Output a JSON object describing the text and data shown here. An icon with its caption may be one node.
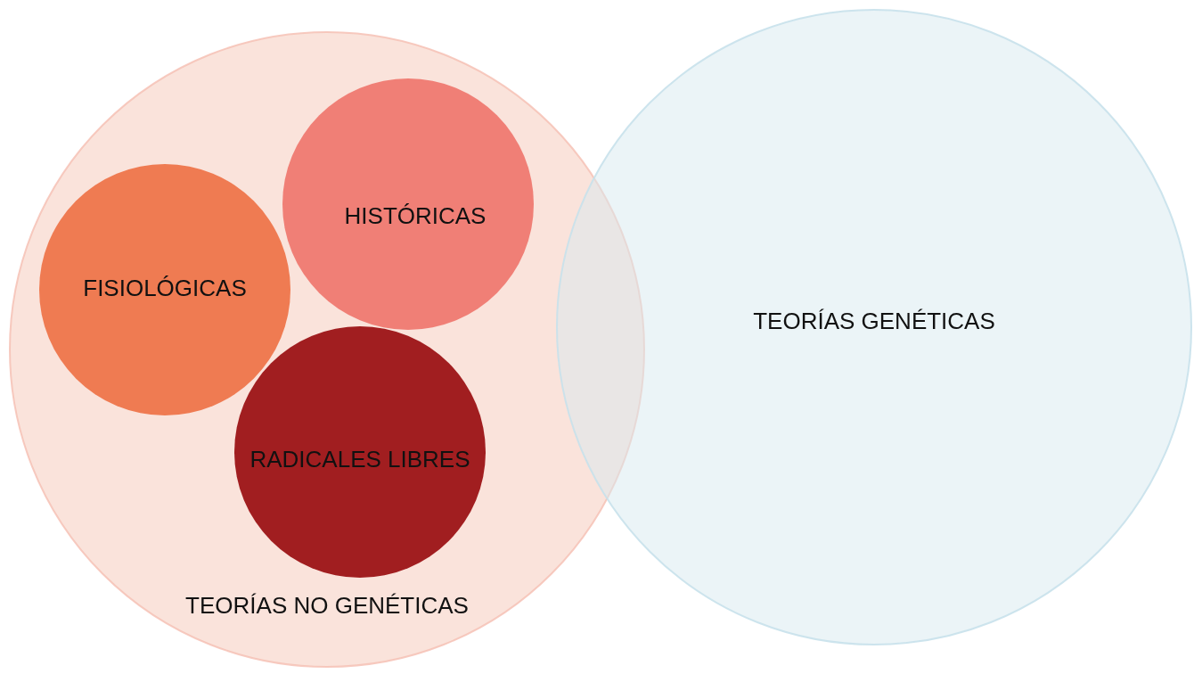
{
  "diagram": {
    "nodes": [
      {
        "text": [
          "TEORÍAS NO GENÉTICAS"
        ]
      },
      {
        "text": [
          "FISIOLÓGICAS"
        ],
        "in": 0
      },
      {
        "text": [
          "HISTÓRICAS"
        ],
        "in": 0
      },
      {
        "text": [
          "RADICALES LIBRES"
        ],
        "in": 0
      },
      {
        "text": [
          "TEORÍAS GENÉTICAS"
        ]
      }
    ],
    "edges": []
  }
}
